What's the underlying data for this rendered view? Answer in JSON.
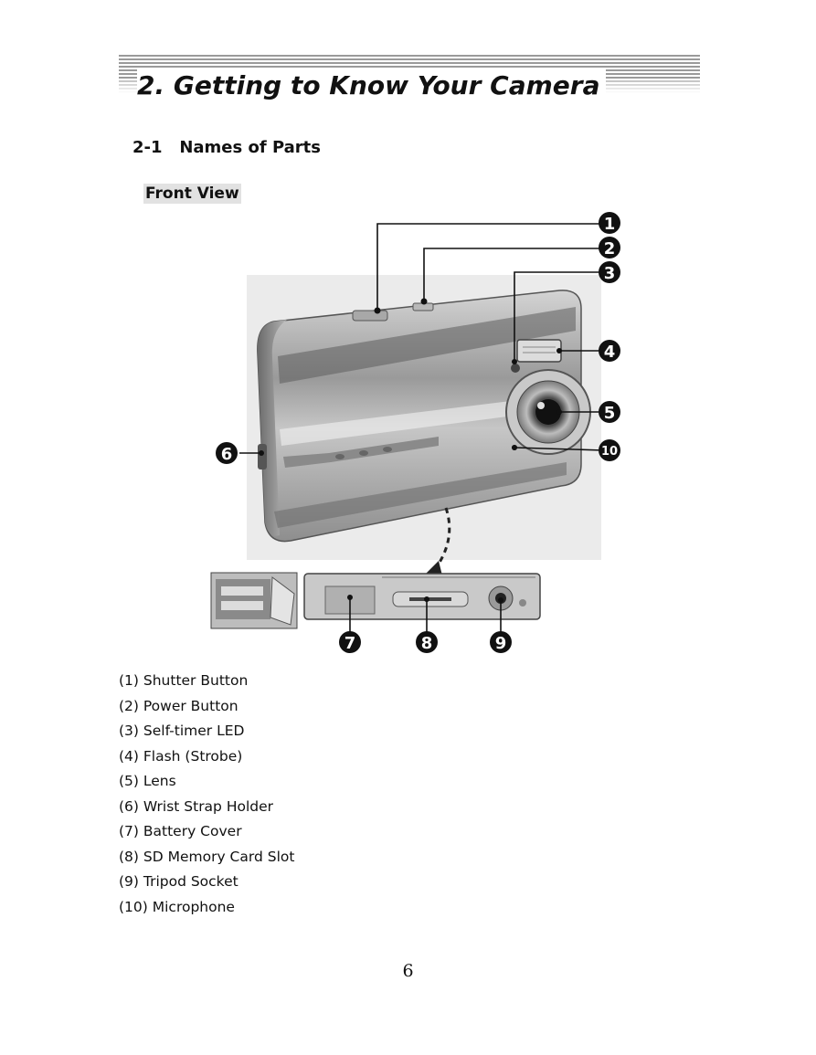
{
  "header": {
    "chapter_title": "2. Getting to Know Your Camera"
  },
  "section": {
    "title": "2-1   Names of Parts",
    "subsection": "Front View"
  },
  "figure": {
    "callout_numbers": [
      "1",
      "2",
      "3",
      "4",
      "5",
      "6",
      "7",
      "8",
      "9",
      "10"
    ]
  },
  "parts_list": [
    "(1) Shutter Button",
    "(2) Power Button",
    "(3) Self-timer LED",
    "(4) Flash (Strobe)",
    "(5) Lens",
    "(6) Wrist Strap Holder",
    "(7) Battery Cover",
    "(8) SD Memory Card Slot",
    "(9) Tripod Socket",
    "(10) Microphone"
  ],
  "footer": {
    "page_number": "6"
  }
}
